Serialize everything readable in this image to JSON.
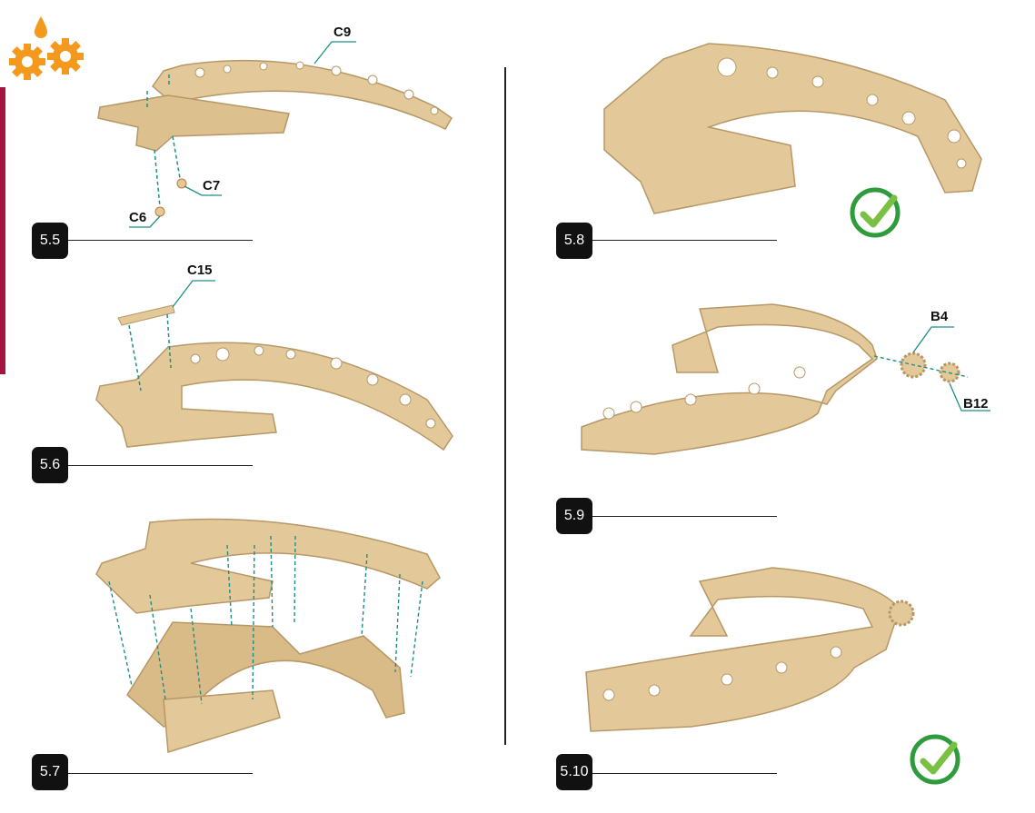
{
  "steps": [
    {
      "number": "5.5"
    },
    {
      "number": "5.6"
    },
    {
      "number": "5.7"
    },
    {
      "number": "5.8"
    },
    {
      "number": "5.9"
    },
    {
      "number": "5.10"
    }
  ],
  "parts": {
    "c9": "C9",
    "c7": "C7",
    "c6": "C6",
    "c15": "C15",
    "b4": "B4",
    "b12": "B12"
  },
  "icons": {
    "gears": "gears-oil-icon",
    "check": "check-circle-icon"
  },
  "colors": {
    "accent_orange": "#f39a1e",
    "side_bar": "#a3153f",
    "wood": "#e3c99a",
    "wood_dark": "#b89766",
    "leader_teal": "#1f8f86",
    "check_green": "#2e9b3c"
  }
}
